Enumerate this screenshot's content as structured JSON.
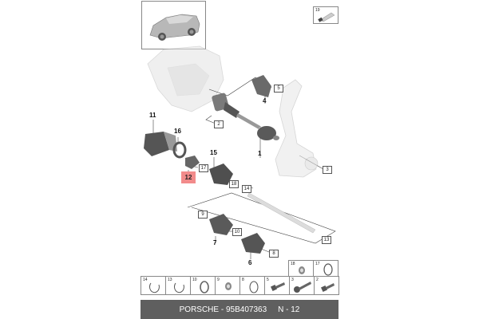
{
  "diagram": {
    "title": "Porsche drive shaft exploded parts diagram",
    "overview_image": "vehicle-overview-suv"
  },
  "callouts": {
    "c5": "5",
    "c2": "2",
    "c3": "3",
    "c17": "17",
    "c18": "18",
    "c14": "14",
    "c9": "9",
    "c10": "10",
    "c8": "8",
    "c13": "13"
  },
  "labels": {
    "l4": "4",
    "l1": "1",
    "l11": "11",
    "l16": "16",
    "l15": "15",
    "l7": "7",
    "l6": "6"
  },
  "highlighted_part": "12",
  "thumbnails": {
    "top_right": {
      "number": "19",
      "part": "grease-tube"
    },
    "row_top": [
      {
        "number": "18",
        "part": "bushing"
      },
      {
        "number": "17",
        "part": "clamp-ring"
      }
    ],
    "row_bottom": [
      {
        "number": "14",
        "part": "circlip"
      },
      {
        "number": "13",
        "part": "circlip"
      },
      {
        "number": "10",
        "part": "clamp-ring"
      },
      {
        "number": "9",
        "part": "bushing"
      },
      {
        "number": "8",
        "part": "ring"
      },
      {
        "number": "5",
        "part": "bolt"
      },
      {
        "number": "3",
        "part": "flange-bolt"
      },
      {
        "number": "2",
        "part": "bolt"
      }
    ]
  },
  "footer": {
    "brand_part": "PORSCHE - 95B407363",
    "page": "N - 12"
  },
  "colors": {
    "footer_bg": "#5f5f5f",
    "highlight": "#f28b8b"
  }
}
